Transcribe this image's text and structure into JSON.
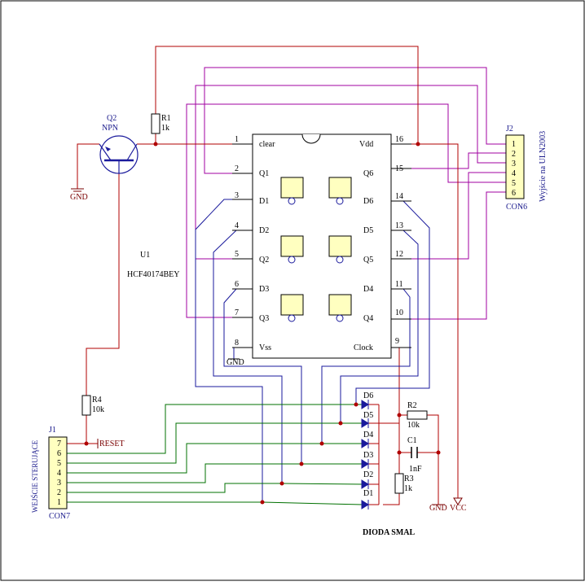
{
  "ic": {
    "ref": "U1",
    "part": "HCF40174BEY",
    "left_pins": [
      {
        "num": "1",
        "name": "clear"
      },
      {
        "num": "2",
        "name": "Q1"
      },
      {
        "num": "3",
        "name": "D1"
      },
      {
        "num": "4",
        "name": "D2"
      },
      {
        "num": "5",
        "name": "Q2"
      },
      {
        "num": "6",
        "name": "D3"
      },
      {
        "num": "7",
        "name": "Q3"
      },
      {
        "num": "8",
        "name": "Vss"
      }
    ],
    "right_pins": [
      {
        "num": "16",
        "name": "Vdd"
      },
      {
        "num": "15",
        "name": "Q6"
      },
      {
        "num": "14",
        "name": "D6"
      },
      {
        "num": "13",
        "name": "D5"
      },
      {
        "num": "12",
        "name": "Q5"
      },
      {
        "num": "11",
        "name": "D4"
      },
      {
        "num": "10",
        "name": "Q4"
      },
      {
        "num": "9",
        "name": "Clock"
      }
    ]
  },
  "transistor": {
    "ref": "Q2",
    "type": "NPN"
  },
  "resistors": {
    "r1": {
      "ref": "R1",
      "value": "1k"
    },
    "r2": {
      "ref": "R2",
      "value": "10k"
    },
    "r3": {
      "ref": "R3",
      "value": "1k"
    },
    "r4": {
      "ref": "R4",
      "value": "10k"
    }
  },
  "capacitor": {
    "ref": "C1",
    "value": "1nF"
  },
  "j1": {
    "ref": "J1",
    "type": "CON7",
    "title": "WEJŚCIE STERUJĄCE",
    "pins": [
      "7",
      "6",
      "5",
      "4",
      "3",
      "2",
      "1"
    ],
    "reset_label": "RESET"
  },
  "j2": {
    "ref": "J2",
    "type": "CON6",
    "title": "Wyjście na ULN2003",
    "pins": [
      "1",
      "2",
      "3",
      "4",
      "5",
      "6"
    ]
  },
  "diodes": {
    "labels": [
      "D6",
      "D5",
      "D4",
      "D3",
      "D2",
      "D1"
    ],
    "caption": "DIODA SMAL"
  },
  "power": {
    "gnd": "GND",
    "vcc": "VCC"
  },
  "colors": {
    "red": "#b00000",
    "blue": "#1a1a9c",
    "magenta": "#a000a0",
    "green": "#007000",
    "dark": "#000000",
    "cap": "#ffffc0"
  }
}
